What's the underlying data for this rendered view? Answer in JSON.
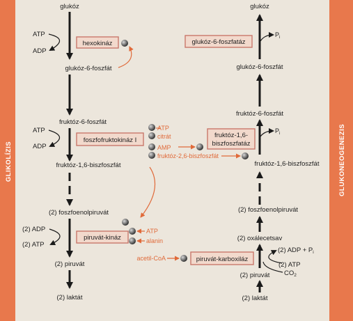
{
  "side_labels": {
    "left": "GLIKOLÍZIS",
    "right": "GLUKONEOGENEZIS"
  },
  "glycolysis": {
    "glucose": "glukóz",
    "atp": "ATP",
    "adp": "ADP",
    "hexokinase": "hexokináz",
    "g6p": "glukóz-6-foszfát",
    "f6p": "fruktóz-6-foszfát",
    "atp2": "ATP",
    "adp2": "ADP",
    "pfk": "foszfofruktokináz I",
    "f16bp": "fruktóz-1,6-biszfoszfát",
    "pep": "(2) foszfoenolpiruvát",
    "adp3": "(2) ADP",
    "atp3": "(2) ATP",
    "pyruvate_kinase": "piruvát-kináz",
    "pyruvate": "(2) piruvát",
    "lactate": "(2) laktát"
  },
  "regulators": {
    "pfk_atp": "ATP",
    "pfk_citrate": "citrát",
    "pfk_amp": "AMP",
    "f26bp": "fruktóz-2,6-biszfoszfát",
    "pk_atp": "ATP",
    "pk_alanine": "alanin",
    "acetyl_coa": "acetil-CoA"
  },
  "gluconeogenesis": {
    "glucose": "glukóz",
    "g6pase": "glukóz-6-foszfatáz",
    "pi1": "P",
    "pi1_sub": "i",
    "g6p": "glukóz-6-foszfát",
    "f6p": "fruktóz-6-foszfát",
    "fbpase_line1": "fruktóz-1,6-",
    "fbpase_line2": "biszfoszfatáz",
    "pi2": "P",
    "pi2_sub": "i",
    "f16bp": "fruktóz-1,6-biszfoszfát",
    "pep": "(2) foszfoenolpiruvát",
    "oxaloacetate": "(2) oxálecetsav",
    "adp_pi": "(2) ADP + P",
    "adp_pi_sub": "i",
    "atp": "(2) ATP",
    "co2": "CO",
    "co2_sub": "2",
    "pyruvate_carboxylase": "piruvát-karboxiláz",
    "pyruvate": "(2) piruvát",
    "lactate": "(2) laktát"
  },
  "colors": {
    "left_band": "#e8784c",
    "right_band": "#e8784c",
    "regulator": "#e06a3a",
    "enzyme_box": "#f2d9cc"
  }
}
